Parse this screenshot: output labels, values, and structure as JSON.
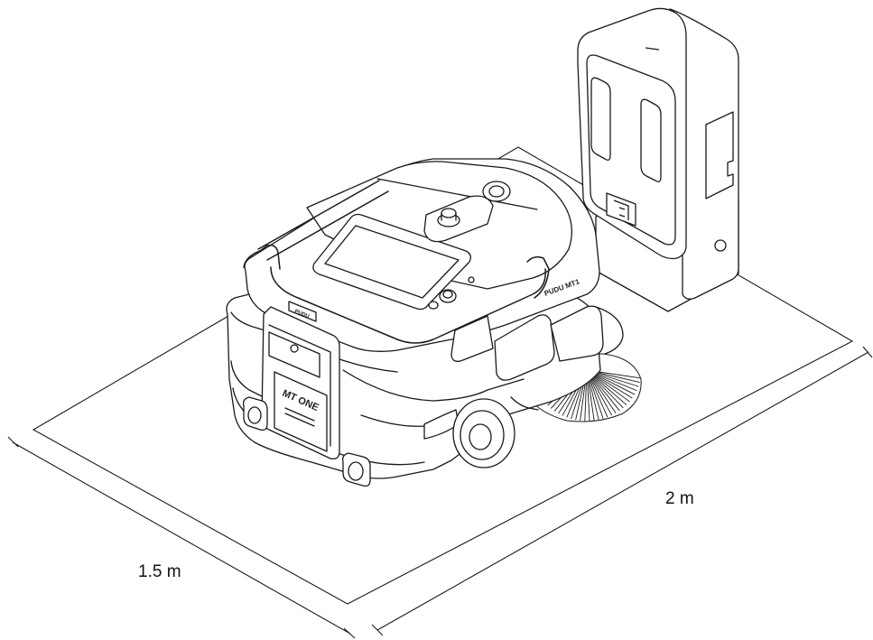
{
  "dimensions": {
    "width_label": "1.5 m",
    "length_label": "2 m"
  },
  "robot": {
    "front_logo": "MT ONE",
    "side_logo": "PUDU MT1",
    "handle_logo": "PUDU"
  },
  "colors": {
    "stroke": "#1a1a1a",
    "fill": "#ffffff",
    "screen": "#ffffff"
  }
}
